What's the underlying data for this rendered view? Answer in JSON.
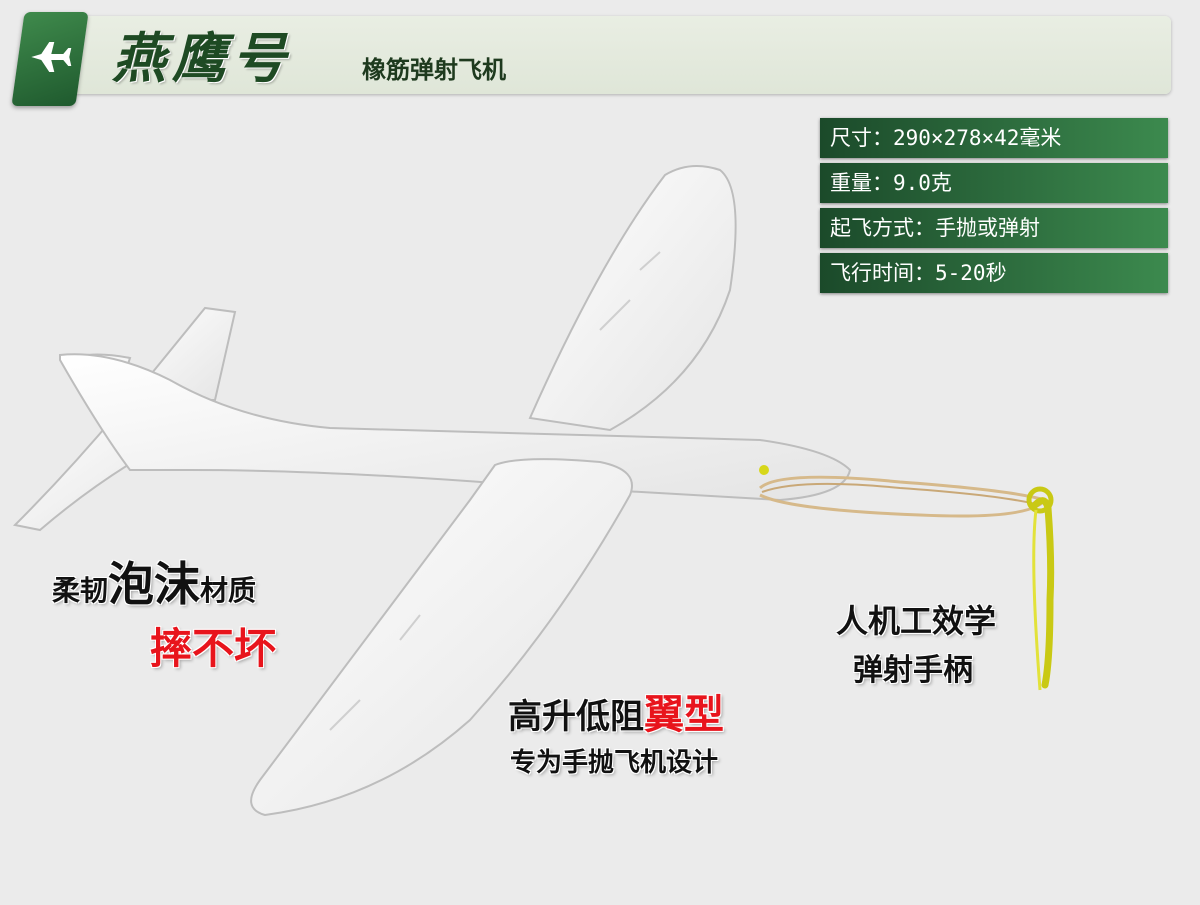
{
  "header": {
    "title": "燕鹰号",
    "subtitle": "橡筋弹射飞机",
    "badge_icon": "airplane-icon"
  },
  "specs": [
    "尺寸：290×278×42毫米",
    "重量：9.0克",
    "起飞方式：手抛或弹射",
    "飞行时间：5-20秒"
  ],
  "callouts": {
    "foam_prefix": "柔韧",
    "foam_big": "泡沫",
    "foam_suffix": "材质",
    "foam_highlight": "摔不坏",
    "airfoil_prefix": "高升低阻",
    "airfoil_highlight": "翼型",
    "airfoil_sub": "专为手抛飞机设计",
    "handle_line1": "人机工效学",
    "handle_line2": "弹射手柄"
  },
  "colors": {
    "header_green": "#1e4a23",
    "spec_green": "#2f7040",
    "highlight_red": "#e8141c",
    "handle_yellow": "#d8d81a"
  }
}
